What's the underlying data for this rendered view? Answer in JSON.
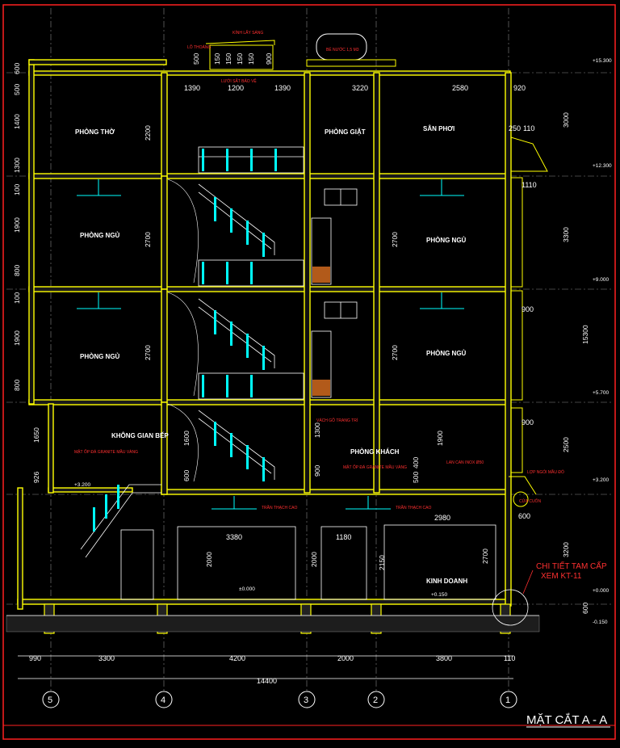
{
  "title": "MẶT CẮT A - A",
  "colors": {
    "background": "#000000",
    "frame": "#ff2020",
    "wall": "#ffff00",
    "dimension": "#ffffff",
    "cyan": "#00ffff",
    "note": "#ff3030",
    "grid": "#888888"
  },
  "rooms": {
    "phong_tho": "PHÒNG THỜ",
    "phong_giat": "PHÒNG GIẶT",
    "san_phoi": "SÂN PHƠI",
    "phong_ngu_3_left": "PHÒNG NGỦ",
    "phong_ngu_3_right": "PHÒNG NGỦ",
    "phong_ngu_2_left": "PHÒNG NGỦ",
    "phong_ngu_2_right": "PHÒNG NGỦ",
    "khong_gian_bep": "KHÔNG GIAN BẾP",
    "phong_khach": "PHÒNG KHÁCH",
    "kinh_doanh": "KINH DOANH"
  },
  "notes": {
    "kinh_lay_sang": "KÍNH LẤY SÁNG",
    "lo_thoang": "LỖ THOÁNG",
    "be_nuoc": "BỂ NƯỚC 1,5 M3",
    "luoi_sat": "LƯỚI SẮT BẢO VỆ",
    "vach_go": "VÁCH GỖ TRANG TRÍ",
    "mat_op_bep": "MẶT ỐP ĐÁ GRANITE MẦU VÀNG",
    "mat_op_khach": "MẶT ỐP ĐÁ GRANITE MẦU VÀNG",
    "lan_can": "LAN CAN INOX Ø50",
    "lop_ngoi": "LỢP NGÓI MẦU ĐỎ",
    "cua_cuon": "CỬA CUỐN",
    "tran_thach_cao_1": "TRẦN THẠCH CAO",
    "tran_thach_cao_2": "TRẦN THẠCH CAO",
    "chi_tiet_1": "CHI TIẾT TAM CẤP",
    "chi_tiet_2": "XEM KT-11"
  },
  "levels": {
    "l15300": "+15.300",
    "l12300": "+12.300",
    "l9000": "+9.000",
    "l5700": "+5.700",
    "l3200a": "+3.200",
    "l3200b": "+3.200",
    "l0000a": "+0.000",
    "l0000b": "±0.000",
    "l0150a": "+0.150",
    "l0150b": "-0.150"
  },
  "dims_bottom": {
    "d990": "990",
    "d3300": "3300",
    "d4200": "4200",
    "d2000": "2000",
    "d3800": "3800",
    "d110": "110",
    "total": "14400"
  },
  "dims_top": {
    "d1390a": "1390",
    "d1200": "1200",
    "d1390b": "1390",
    "d3220": "3220",
    "d2580": "2580",
    "d920": "920"
  },
  "dims_right": {
    "d3000": "3000",
    "d3300": "3300",
    "d15300": "15300",
    "d2500": "2500",
    "d3200": "3200",
    "d600": "600"
  },
  "dims_left": {
    "d600": "600",
    "d500": "500",
    "d1400": "1400",
    "d1300": "1300",
    "d100a": "100",
    "d1900a": "1900",
    "d800a": "800",
    "d100b": "100",
    "d1900b": "1900",
    "d800b": "800",
    "d1650": "1650",
    "d926": "926"
  },
  "dims_inner": {
    "h2200": "2200",
    "h2700a": "2700",
    "h2700b": "2700",
    "h2700c": "2700",
    "h2700d": "2700",
    "h2700e": "2700",
    "d3380": "3380",
    "d1180": "1180",
    "d2980": "2980",
    "h2000a": "2000",
    "h2000b": "2000",
    "h2150": "2150",
    "h1600": "1600",
    "h600": "600",
    "h1300": "1300",
    "h900a": "900",
    "h1900": "1900",
    "h400": "400",
    "h500": "500",
    "d1110": "1110",
    "d900a": "900",
    "d900b": "900",
    "d600": "600",
    "d250": "250",
    "d110": "110",
    "p150a": "150",
    "p150b": "150",
    "p150c": "150",
    "p150d": "150",
    "p500": "500",
    "p900": "900"
  },
  "grid_axes": [
    "5",
    "4",
    "3",
    "2",
    "1"
  ]
}
